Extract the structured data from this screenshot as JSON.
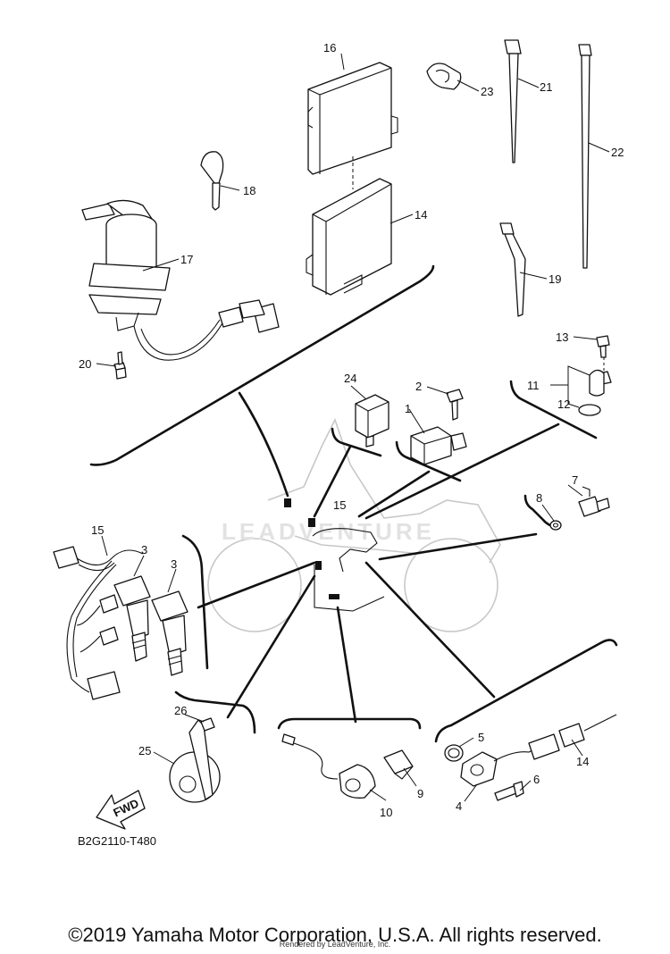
{
  "diagram": {
    "callouts": [
      "1",
      "2",
      "3",
      "3",
      "4",
      "5",
      "6",
      "7",
      "8",
      "10",
      "9",
      "11",
      "12",
      "13",
      "14",
      "14",
      "15",
      "15",
      "16",
      "17",
      "18",
      "19",
      "20",
      "21",
      "22",
      "23",
      "24",
      "25",
      "26"
    ],
    "fwd_label": "FWD",
    "watermark": "LEADVENTURE"
  },
  "footer": {
    "drawing_code": "B2G2110-T480",
    "copyright": "©2019 Yamaha Motor Corporation, U.S.A. All rights reserved.",
    "rendered_by": "Rendered by LeadVenture, Inc."
  }
}
